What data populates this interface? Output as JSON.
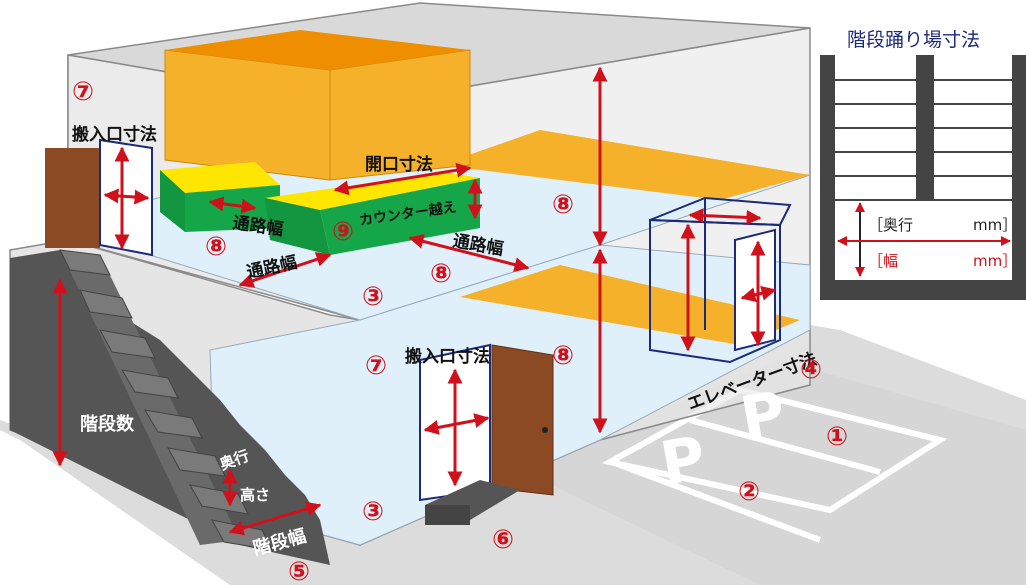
{
  "labels": {
    "opening_size": "開口寸法",
    "counter_over": "カウンター越え",
    "aisle_width": "通路幅",
    "carry_in_size": "搬入口寸法",
    "stair_count": "階段数",
    "depth": "奥行",
    "height": "高さ",
    "stair_width": "階段幅",
    "elevator_size": "エレベーター寸法",
    "parking": "P"
  },
  "numbers": [
    "①",
    "②",
    "③",
    "④",
    "⑤",
    "⑥",
    "⑦",
    "⑧",
    "⑨"
  ],
  "inset": {
    "title": "階段踊り場寸法",
    "depth_row": "［奥行　　　　mm］",
    "width_row": "［幅　　　　　mm］"
  },
  "colors": {
    "dimension_red": "#d0111b",
    "orange": "#f6b12a",
    "orange_dark": "#ef8f00",
    "floor_blue": "#dff0fb",
    "counter_green": "#16a64a",
    "counter_yellow": "#ffe600",
    "stair_gray": "#5a5a5a",
    "door_brown": "#8b4a24",
    "elevator_navy": "#1c2a7a",
    "ground_gray": "#dedede",
    "inset_title_blue": "#1c2a7a"
  }
}
